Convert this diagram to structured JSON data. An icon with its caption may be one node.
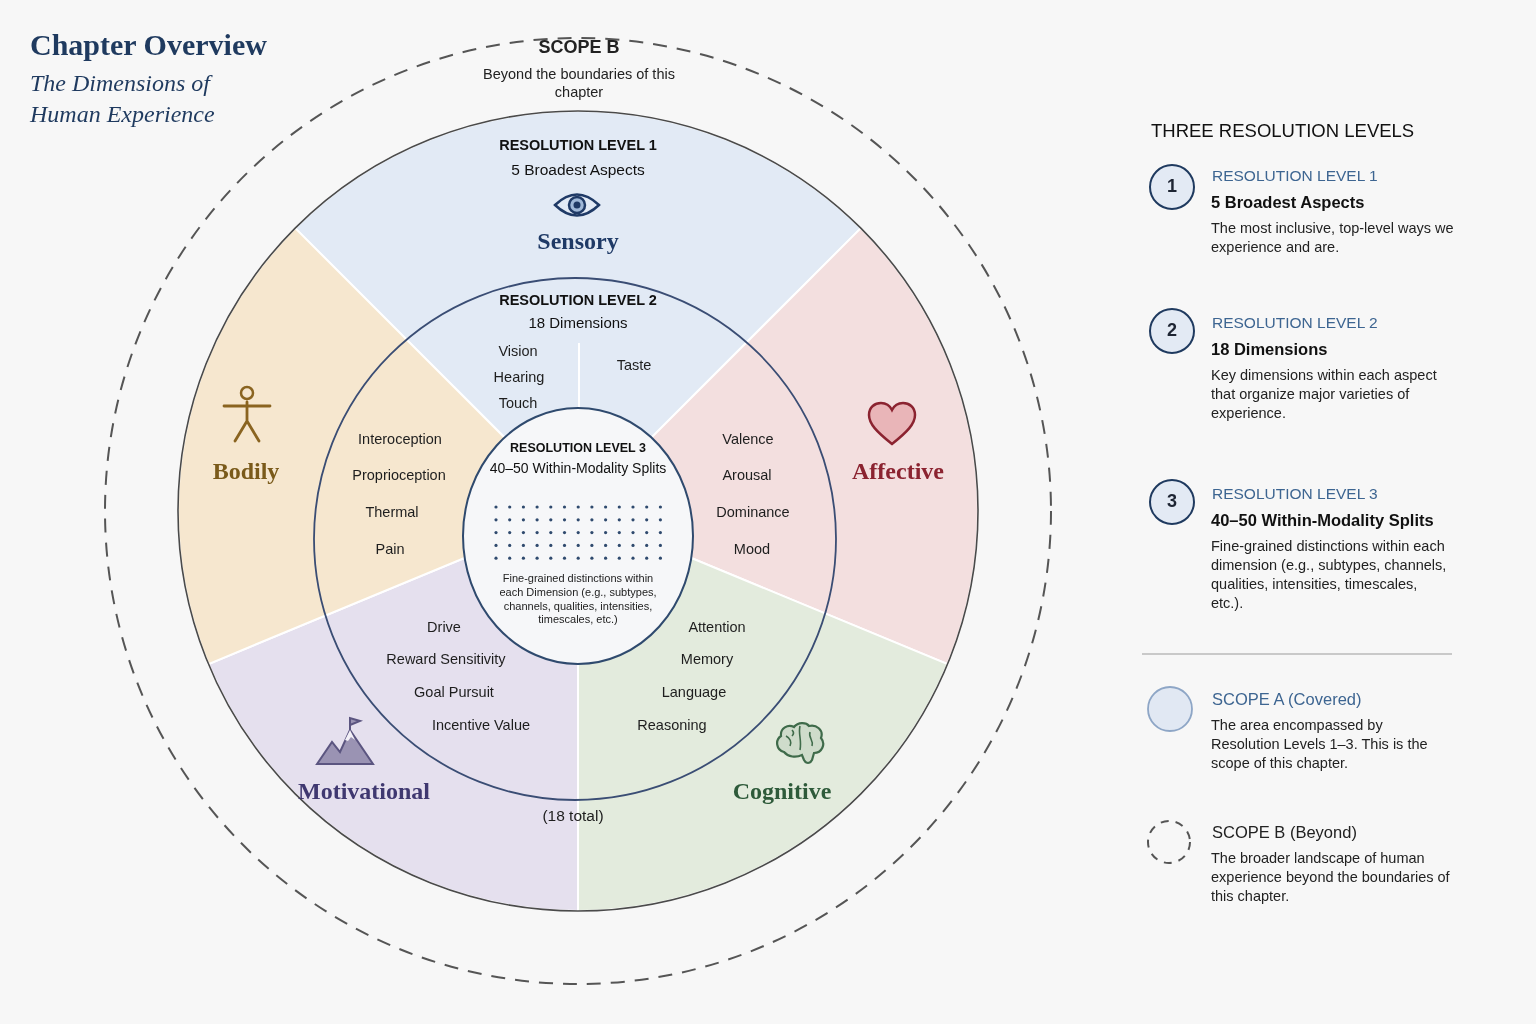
{
  "diagram": {
    "title": "Chapter Overview",
    "nodes": [
      {
        "text": [
          "SCOPE B",
          "Beyond the boundaries of this chapter"
        ]
      },
      {
        "text": [
          "RESOLUTION LEVEL 1",
          "5 Broadest Aspects"
        ],
        "in": 0
      },
      {
        "text": [
          "RESOLUTION LEVEL 2",
          "18 Dimensions"
        ],
        "in": 1
      },
      {
        "text": [
          "RESOLUTION LEVEL 3",
          "40–50 Within-Modality Splits",
          "Fine-grained distinctions within each Dimension (e.g., subtypes, channels, qualities, intensities, timescales, etc.)"
        ],
        "in": 2
      }
    ],
    "labels": [
      "The Dimensions of Human Experience",
      "Sensory",
      "Vision",
      "Hearing",
      "Touch",
      "Taste",
      "Bodily",
      "Interoception",
      "Proprioception",
      "Thermal",
      "Pain",
      "Valence",
      "Arousal",
      "Dominance",
      "Mood",
      "Affective",
      "Drive",
      "Reward Sensitivity",
      "Goal Pursuit",
      "Incentive Value",
      "Attention",
      "Memory",
      "Language",
      "Reasoning",
      "Motivational",
      "Cognitive",
      "(18 total)",
      "THREE RESOLUTION LEVELS",
      "1",
      "RESOLUTION LEVEL 1",
      "5 Broadest Aspects",
      "The most inclusive, top-level ways we experience and are.",
      "2",
      "RESOLUTION LEVEL 2",
      "18 Dimensions",
      "Key dimensions within each aspect that organize major varieties of experience.",
      "3",
      "RESOLUTION LEVEL 3",
      "40–50 Within-Modality Splits",
      "Fine-grained distinctions within each dimension (e.g., subtypes, channels, qualities, intensities, timescales, etc.).",
      "The area encompassed by Resolution Levels 1–3. This is the scope of this chapter.",
      "The broader landscape of human experience beyond the boundaries of this chapter."
    ],
    "legend": [
      {
        "text": "SCOPE A (Covered)",
        "color": "#e1e8f3"
      },
      {
        "text": "SCOPE B (Beyond)"
      }
    ]
  }
}
